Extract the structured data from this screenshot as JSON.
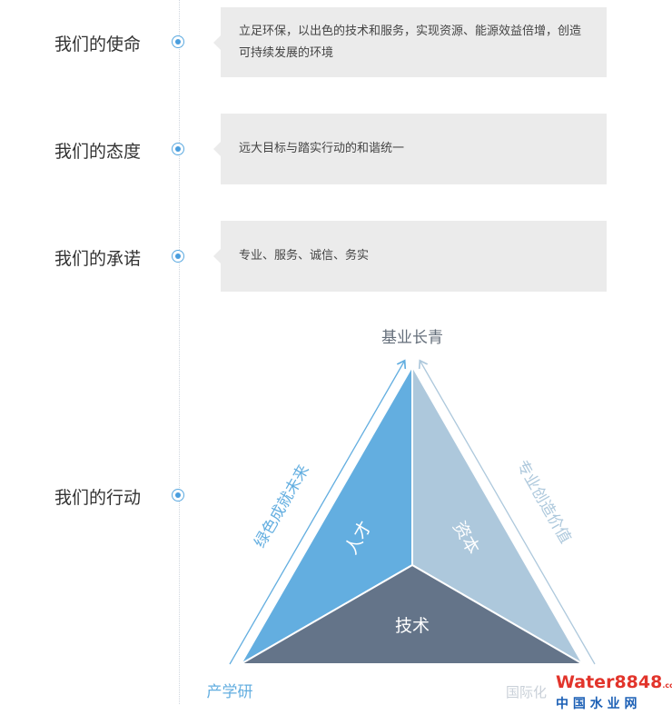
{
  "sections": [
    {
      "title": "我们的使命",
      "text": "立足环保，以出色的技术和服务，实现资源、能源效益倍增，创造可持续发展的环境"
    },
    {
      "title": "我们的态度",
      "text": "远大目标与踏实行动的和谐统一"
    },
    {
      "title": "我们的承诺",
      "text": "专业、服务、诚信、务实"
    },
    {
      "title": "我们的行动"
    }
  ],
  "diagram": {
    "top_label": "基业长青",
    "left_label": "产学研",
    "right_label": "国际化",
    "left_arrow_label": "绿色成就未来",
    "right_arrow_label": "专业创造价值",
    "segments": {
      "left": "人才",
      "right": "资本",
      "bottom": "技术"
    },
    "colors": {
      "left": "#63aee0",
      "right": "#adc8dc",
      "bottom": "#647489",
      "left_arrow": "#63aee0",
      "right_arrow": "#adc8dc"
    }
  },
  "watermark": {
    "brand": "Water8848",
    "suffix": ".com",
    "subtitle": "中 国 水 业 网"
  }
}
